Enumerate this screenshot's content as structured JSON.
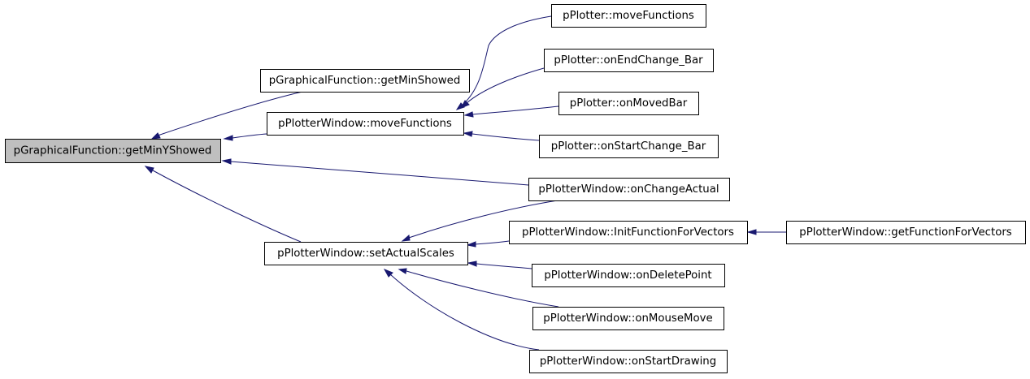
{
  "graph": {
    "nodes": [
      {
        "id": "n0",
        "label": "pGraphicalFunction::getMinYShowed",
        "root": true
      },
      {
        "id": "n1",
        "label": "pGraphicalFunction::getMinShowed"
      },
      {
        "id": "n2",
        "label": "pPlotterWindow::moveFunctions"
      },
      {
        "id": "n3",
        "label": "pPlotterWindow::setActualScales"
      },
      {
        "id": "n4",
        "label": "pPlotter::moveFunctions"
      },
      {
        "id": "n5",
        "label": "pPlotter::onEndChange_Bar"
      },
      {
        "id": "n6",
        "label": "pPlotter::onMovedBar"
      },
      {
        "id": "n7",
        "label": "pPlotter::onStartChange_Bar"
      },
      {
        "id": "n8",
        "label": "pPlotterWindow::onChangeActual"
      },
      {
        "id": "n9",
        "label": "pPlotterWindow::InitFunctionForVectors"
      },
      {
        "id": "n10",
        "label": "pPlotterWindow::onDeletePoint"
      },
      {
        "id": "n11",
        "label": "pPlotterWindow::onMouseMove"
      },
      {
        "id": "n12",
        "label": "pPlotterWindow::onStartDrawing"
      },
      {
        "id": "n13",
        "label": "pPlotterWindow::getFunctionForVectors"
      }
    ],
    "edges": [
      {
        "from": "n1",
        "to": "n0"
      },
      {
        "from": "n2",
        "to": "n0"
      },
      {
        "from": "n8",
        "to": "n0"
      },
      {
        "from": "n3",
        "to": "n0"
      },
      {
        "from": "n4",
        "to": "n2"
      },
      {
        "from": "n5",
        "to": "n2"
      },
      {
        "from": "n6",
        "to": "n2"
      },
      {
        "from": "n7",
        "to": "n2"
      },
      {
        "from": "n8",
        "to": "n3"
      },
      {
        "from": "n9",
        "to": "n3"
      },
      {
        "from": "n10",
        "to": "n3"
      },
      {
        "from": "n11",
        "to": "n3"
      },
      {
        "from": "n12",
        "to": "n3"
      },
      {
        "from": "n13",
        "to": "n9"
      }
    ],
    "colors": {
      "edge": "#191970",
      "root_fill": "#bfbfbf",
      "node_fill": "#ffffff",
      "node_border": "#000000"
    }
  }
}
